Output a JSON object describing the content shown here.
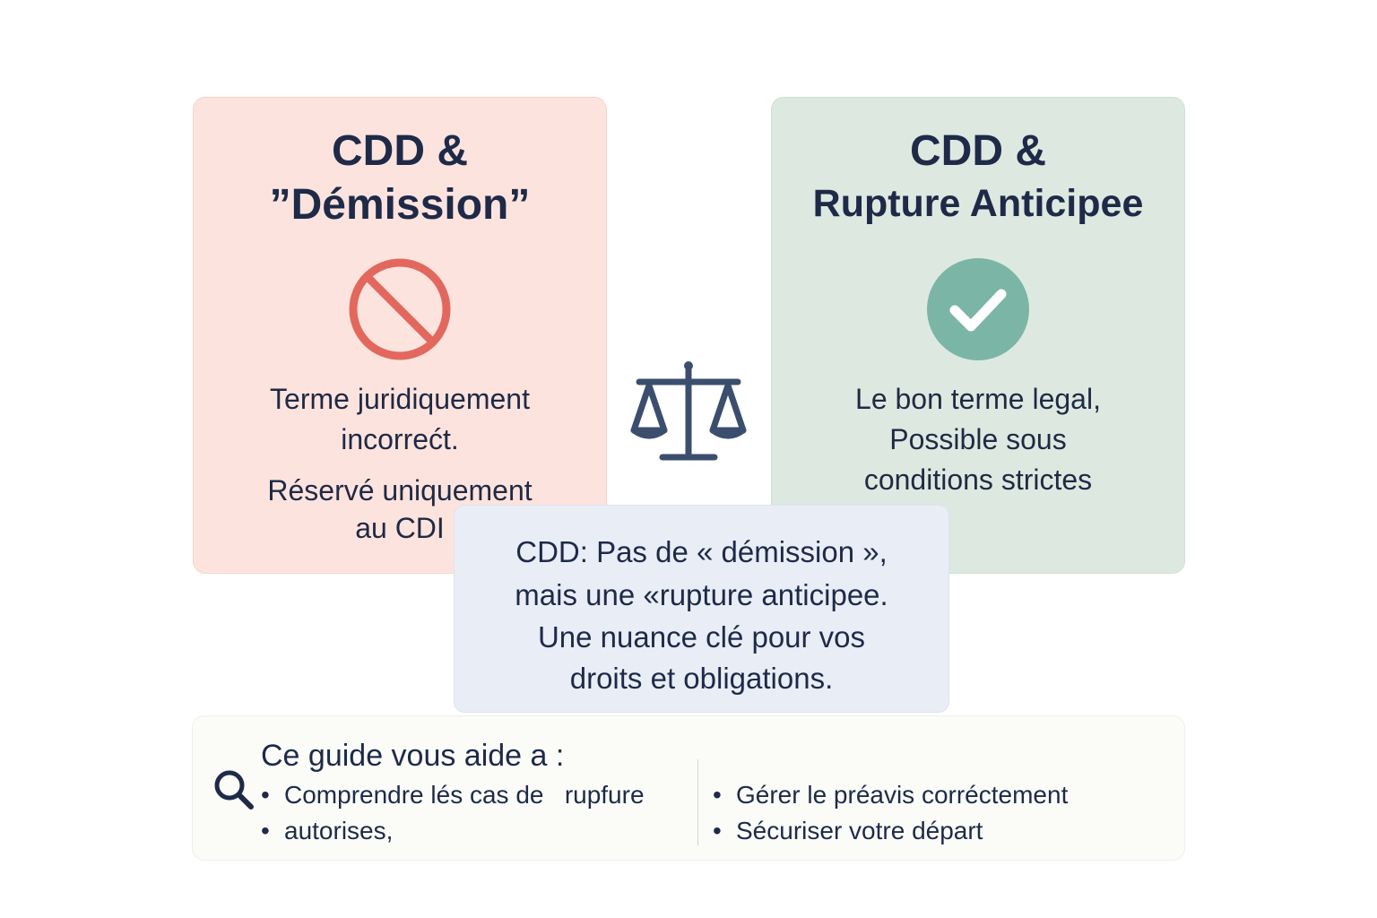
{
  "left_card": {
    "title_line1": "CDD &",
    "title_line2": "”Démission”",
    "icon": "prohibited-icon",
    "text_line1": "Terme juridiquement",
    "text_line2": "incorrećt.",
    "text_line3": "Réservé uniquement",
    "text_line4": "au CDI",
    "color": "#fde3de",
    "icon_color": "#e2685e"
  },
  "right_card": {
    "title_line1": "CDD &",
    "title_line2": "Rupture Anticipee",
    "icon": "check-circle-icon",
    "text_line1": "Le bon terme legal,",
    "text_line2": "Possible sous",
    "text_line3": "conditions strictes",
    "color": "#dde9e0",
    "icon_color": "#7bb5a6"
  },
  "center_icon": "balance-scale-icon",
  "callout": {
    "line1": "CDD: Pas de « démission »,",
    "line2": "mais une «rupture anticipee.",
    "line3": "Une nuance clé pour vos",
    "line4": "droits et obligations."
  },
  "guide": {
    "icon": "search-icon",
    "title": "Ce guide vous aide a :",
    "left_items": [
      "Comprendre lés cas de   rupfure",
      "autorises,"
    ],
    "right_items": [
      "Gérer le préavis corréctement",
      "Sécuriser votre départ"
    ]
  },
  "colors": {
    "navy": "#1e2a48",
    "icon_navy": "#3b4e6e"
  }
}
